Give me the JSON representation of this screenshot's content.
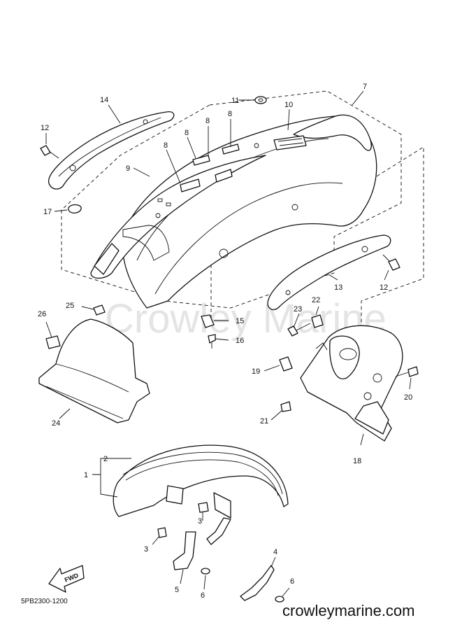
{
  "watermark": "Crowley Marine",
  "diagram_code": "5PB2300-1200",
  "website": "crowleymarine.com",
  "fwd_label": "FWD",
  "callouts": [
    "1",
    "2",
    "3",
    "3",
    "4",
    "5",
    "6",
    "6",
    "7",
    "8",
    "8",
    "8",
    "8",
    "9",
    "10",
    "11",
    "12",
    "12",
    "13",
    "14",
    "15",
    "16",
    "17",
    "18",
    "19",
    "20",
    "21",
    "22",
    "23",
    "24",
    "25",
    "26"
  ]
}
